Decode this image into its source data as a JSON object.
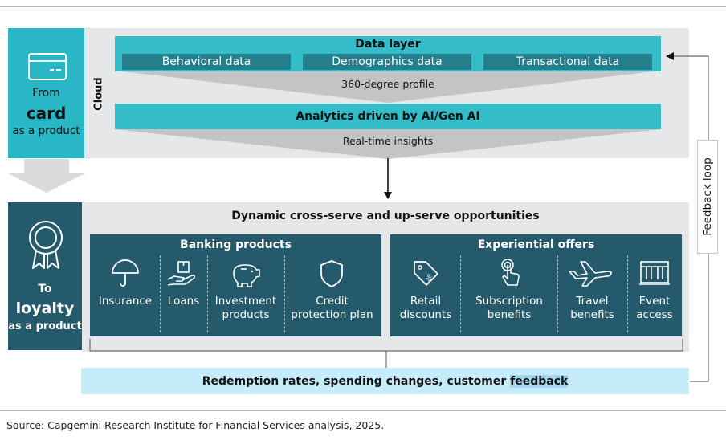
{
  "left_panel": {
    "from": "From",
    "card": "card",
    "as_product_1": "as a product",
    "to": "To",
    "loyalty": "loyalty",
    "as_product_2": "as a product"
  },
  "cloud": {
    "label": "Cloud",
    "data_layer_title": "Data layer",
    "data_items": [
      "Behavioral data",
      "Demographics data",
      "Transactional data"
    ],
    "profile": "360-degree profile",
    "analytics": "Analytics driven by AI/Gen AI",
    "insights": "Real-time insights"
  },
  "opportunities": {
    "title": "Dynamic cross-serve and up-serve opportunities",
    "banking": {
      "title": "Banking products",
      "items": [
        {
          "label": "Insurance",
          "icon": "umbrella-icon"
        },
        {
          "label": "Loans",
          "icon": "hand-box-icon"
        },
        {
          "label": "Investment products",
          "icon": "piggy-bank-icon"
        },
        {
          "label": "Credit protection plan",
          "icon": "shield-icon"
        }
      ]
    },
    "experiential": {
      "title": "Experiential offers",
      "items": [
        {
          "label": "Retail discounts",
          "icon": "price-tag-icon"
        },
        {
          "label": "Subscription benefits",
          "icon": "touch-icon"
        },
        {
          "label": "Travel benefits",
          "icon": "airplane-icon"
        },
        {
          "label": "Event access",
          "icon": "stadium-icon"
        }
      ]
    }
  },
  "redemption": {
    "text_before": "Redemption rates, spending changes, customer ",
    "text_highlight": "feedback"
  },
  "feedback_loop": "Feedback loop",
  "source": "Source: Capgemini Research Institute for Financial Services analysis, 2025.",
  "colors": {
    "teal": "#34bcc8",
    "dark_teal": "#247f8d",
    "navy": "#245a6c",
    "cloud_gray": "#e6e7e8",
    "light_blue": "#c7ecf9"
  }
}
